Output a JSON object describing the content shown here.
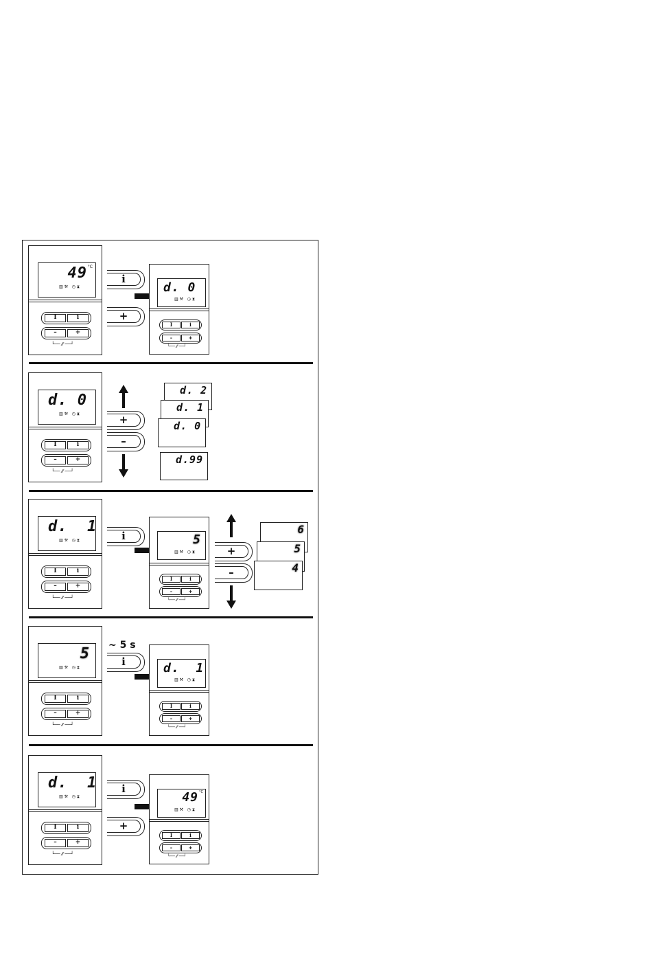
{
  "steps": {
    "s1": {
      "start": {
        "digits": "49",
        "unit": "°C"
      },
      "buttons": [
        "i",
        "+"
      ],
      "result": {
        "digits": "d. 0"
      }
    },
    "s2": {
      "start": {
        "digits": "d. 0"
      },
      "buttons": [
        "+",
        "–"
      ],
      "cards": [
        "d. 2",
        "d. 1",
        "d. 0",
        "d.99"
      ]
    },
    "s3": {
      "start": {
        "digits": "d.  1"
      },
      "buttons": [
        "i",
        "+",
        "–"
      ],
      "result": {
        "digits": "5"
      },
      "cards": [
        "6",
        "5",
        "4"
      ]
    },
    "s4": {
      "start": {
        "digits": "5"
      },
      "timing": "~ 5 s",
      "buttons": [
        "i"
      ],
      "result": {
        "digits": "d.  1"
      }
    },
    "s5": {
      "start": {
        "digits": "d.  1"
      },
      "buttons": [
        "i",
        "+"
      ],
      "result": {
        "digits": "49",
        "unit": "°C"
      }
    }
  },
  "keypad": {
    "k1": "I",
    "k2": "i",
    "k3": "–",
    "k4": "+",
    "gauge": "└── ⁄⁄ ──┘"
  },
  "status_icons": "▥ ⚒   ◷ ⧗"
}
